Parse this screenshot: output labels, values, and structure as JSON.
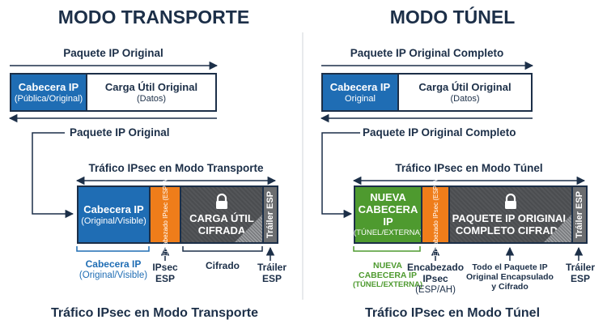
{
  "left": {
    "title": "MODO TRANSPORTE",
    "orig_label_top": "Paquete IP Original",
    "orig_header_title": "Cabecera IP",
    "orig_header_sub": "(Pública/Original)",
    "orig_payload_title": "Carga Útil Original",
    "orig_payload_sub": "(Datos)",
    "orig_label_bottom": "Paquete IP Original",
    "traffic_label": "Tráfico IPsec en Modo Transporte",
    "hdr_title": "Cabecera IP",
    "hdr_sub": "(Original/Visible)",
    "esp_vertical": "Encabezado IPsec (ESP/AH)",
    "cipher_title_1": "CARGA ÚTIL",
    "cipher_title_2": "CIFRADA",
    "trailer_vertical": "Tráiler ESP",
    "cap_hdr_1": "Cabecera IP",
    "cap_hdr_2": "(Original/Visible)",
    "cap_esp_1": "IPsec",
    "cap_esp_2": "ESP",
    "cap_cipher": "Cifrado",
    "cap_trailer_1": "Tráiler",
    "cap_trailer_2": "ESP",
    "bottom_title": "Tráfico IPsec en Modo Transporte"
  },
  "right": {
    "title": "MODO TÚNEL",
    "orig_label_top": "Paquete IP Original Completo",
    "orig_header_title": "Cabecera IP",
    "orig_header_sub": "Original",
    "orig_payload_title": "Carga Útil Original",
    "orig_payload_sub": "(Datos)",
    "orig_label_bottom": "Paquete IP Original Completo",
    "traffic_label": "Tráfico IPsec en Modo Túnel",
    "hdr_title_1": "NUEVA",
    "hdr_title_2": "CABECERA IP",
    "hdr_sub": "(TÚNEL/EXTERNA)",
    "esp_vertical": "Encabezado IPsec (ESP/AH)",
    "cipher_title_1": "PAQUETE IP ORIGINAL",
    "cipher_title_2": "COMPLETO CIFRADO",
    "trailer_vertical": "Tráiler ESP",
    "cap_hdr_1": "NUEVA",
    "cap_hdr_2": "CABECERA IP",
    "cap_hdr_3": "(TÚNEL/EXTERNA)",
    "cap_esp_1": "Encabezado",
    "cap_esp_2": "IPsec",
    "cap_esp_3": "(ESP/AH)",
    "cap_cipher_1": "Todo el Paquete IP",
    "cap_cipher_2": "Original Encapsulado",
    "cap_cipher_3": "y Cifrado",
    "cap_trailer_1": "Tráiler",
    "cap_trailer_2": "ESP",
    "bottom_title": "Tráfico IPsec en Modo Túnel"
  },
  "colors": {
    "navy": "#1c2f48",
    "blue": "#1f6db4",
    "green": "#4e9a2f",
    "orange": "#ef7d1a",
    "cipher_gray": "#4b4d50",
    "trailer_gray": "#6b6d70"
  },
  "icons": [
    "lock-icon",
    "arrow-icon",
    "bracket-icon"
  ]
}
